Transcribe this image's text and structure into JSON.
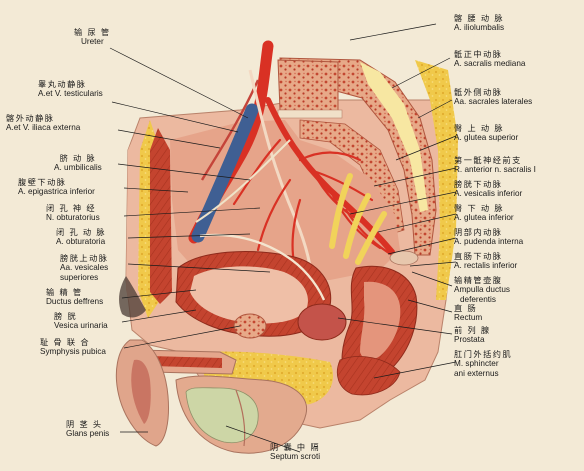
{
  "labels": {
    "ureter": {
      "zh": "输 尿 管",
      "la": "Ureter"
    },
    "testicular": {
      "zh": "睾丸动静脉",
      "la": "A.et V. testicularis"
    },
    "iliaca_externa": {
      "zh": "髂外动静脉",
      "la": "A.et V. iliaca externa"
    },
    "umbilicalis": {
      "zh": "脐  动  脉",
      "la": "A.  umbilicalis"
    },
    "epigastrica": {
      "zh": "腹壁下动脉",
      "la": "A. epigastrica inferior"
    },
    "n_obturatorius": {
      "zh": "闭  孔  神  经",
      "la": "N. obturatorius"
    },
    "a_obturatoria": {
      "zh": "闭  孔  动  脉",
      "la": "A.  obturatoria"
    },
    "vesicales_superiores": {
      "zh": "膀胱上动脉",
      "la": "Aa.  vesicales",
      "la2": "superiores"
    },
    "ductus_deferens": {
      "zh": "输  精  管",
      "la": "Ductus deffrens"
    },
    "vesica": {
      "zh": "膀     胱",
      "la": "Vesica urinaria"
    },
    "symphysis": {
      "zh": "耻  骨  联  合",
      "la": "Symphysis pubica"
    },
    "glans": {
      "zh": "阴  茎  头",
      "la": "Glans penis"
    },
    "septum_scroti": {
      "zh": "阴 囊 中 隔",
      "la": "Septum scroti"
    },
    "iliolumbalis": {
      "zh": "髂 腰 动 脉",
      "la": "A.  iliolumbalis"
    },
    "sacralis_mediana": {
      "zh": "骶正中动脉",
      "la": "A.  sacralis  mediana"
    },
    "sacrales_laterales": {
      "zh": "骶外侧动脉",
      "la": "Aa.  sacrales  laterales"
    },
    "glutea_superior": {
      "zh": "臀  上  动  脉",
      "la": "A.  glutea superior"
    },
    "sacralis_nerve": {
      "zh": "第一骶神经前支",
      "la": "R.  anterior  n.  sacralis  I"
    },
    "vesicalis_inferior": {
      "zh": "膀胱下动脉",
      "la": "A.  vesicalis  inferior"
    },
    "glutea_inferior": {
      "zh": "臀  下  动  脉",
      "la": "A.  glutea  inferior"
    },
    "pudenda": {
      "zh": "阴部内动脉",
      "la": "A.  pudenda  interna"
    },
    "rectalis": {
      "zh": "直肠下动脉",
      "la": "A.  rectalis  inferior"
    },
    "ampulla": {
      "zh": "输精管壶腹",
      "la": "Ampulla  ductus",
      "la2": "deferentis"
    },
    "rectum": {
      "zh": "直     肠",
      "la": "Rectum"
    },
    "prostata": {
      "zh": "前  列  腺",
      "la": "Prostata"
    },
    "sphincter": {
      "zh": "肛门外括约肌",
      "la": "M.  sphincter",
      "la2": "ani  externus"
    }
  },
  "colors": {
    "background": "#f3ead6",
    "skin": "#ecb9a0",
    "skin_dark": "#d89577",
    "fat": "#f0c94a",
    "muscle": "#c4442f",
    "muscle_dark": "#9c2a1d",
    "bone": "#e7a988",
    "bone_pore": "#c34731",
    "artery": "#d93124",
    "vein": "#3f5f93",
    "nerve": "#f1d35a",
    "leader": "#1b1b1b"
  }
}
